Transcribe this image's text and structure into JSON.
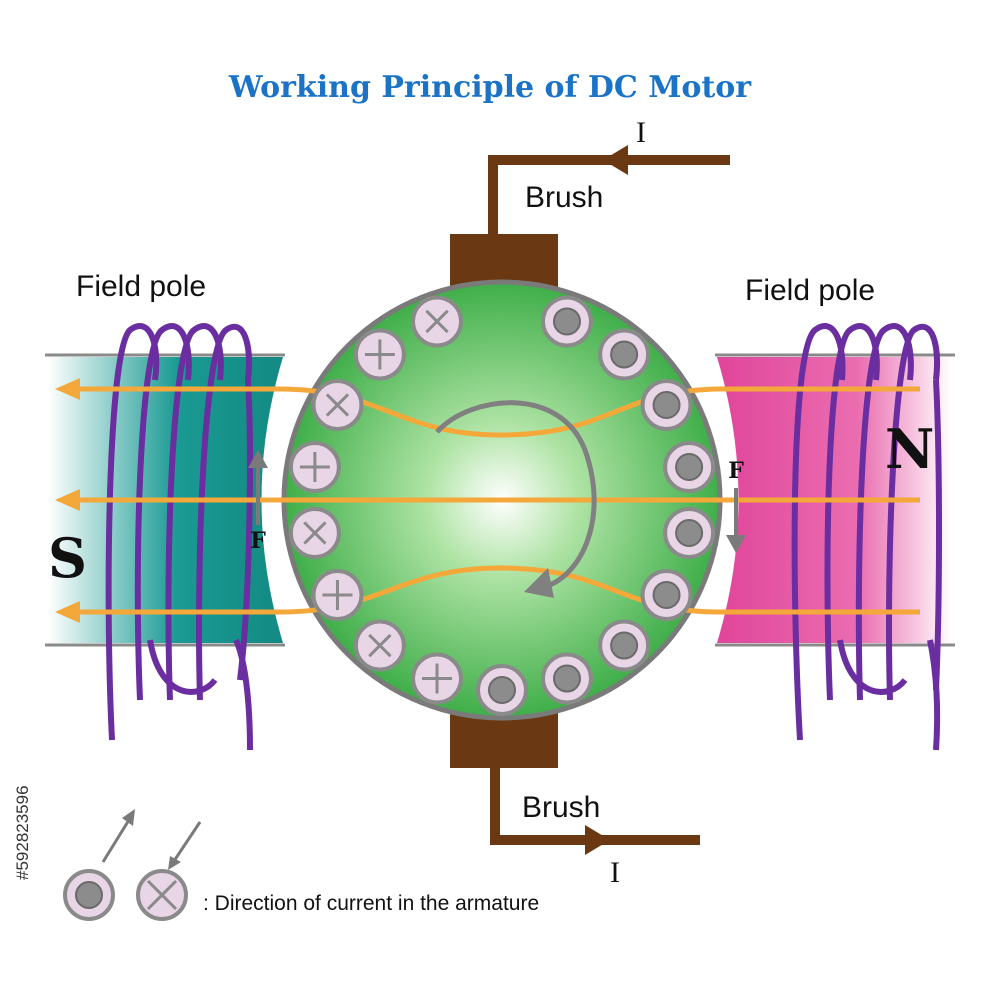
{
  "title": "Working Principle of DC Motor",
  "labels": {
    "brush_top": "Brush",
    "brush_bottom": "Brush",
    "field_pole_left": "Field pole",
    "field_pole_right": "Field pole",
    "south": "S",
    "north": "N",
    "force_left": "F",
    "force_right": "F",
    "current_top": "I",
    "current_bottom": "I"
  },
  "legend": {
    "text": ": Direction of current in the armature"
  },
  "side_text": "#592823596",
  "colors": {
    "title": "#1a73c6",
    "armature_green": "#3fae49",
    "south_pole": "#1a9a93",
    "north_pole": "#e0459a",
    "coil": "#6a2ea0",
    "flux": "#f5a83a",
    "brush": "#6a3812",
    "wire": "#6a3812",
    "conductor_fill": "#e8d5e6",
    "conductor_stroke": "#8a8a8a",
    "rotation_arrow": "#808080"
  }
}
